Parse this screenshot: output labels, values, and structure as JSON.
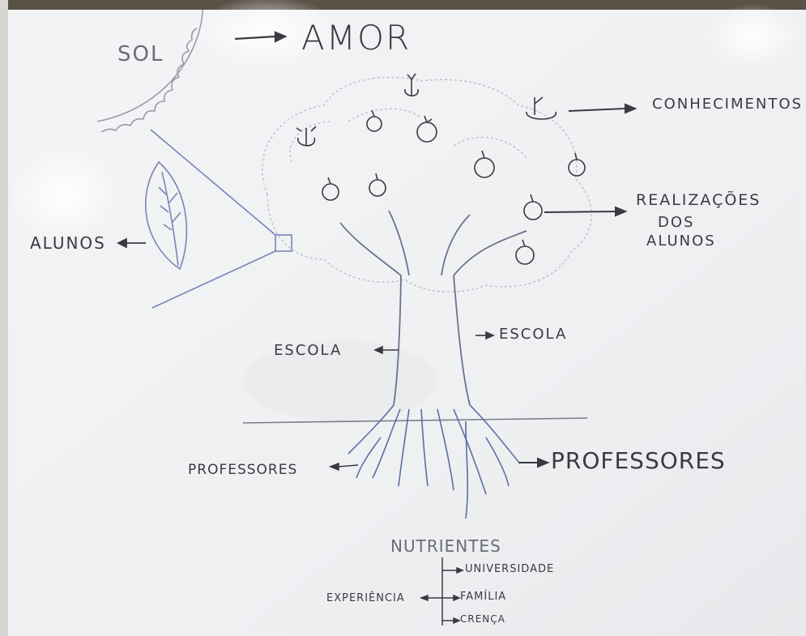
{
  "labels": {
    "sun": "SOL",
    "love": "AMOR",
    "knowledge": "CONHECIMENTOS",
    "achievements": [
      "REALIZAÇÕES",
      "DOS",
      "ALUNOS"
    ],
    "students": "ALUNOS",
    "school_left": "ESCOLA",
    "school_right": "ESCOLA",
    "teachers_left": "PROFESSORES",
    "teachers_right": "PROFESSORES",
    "nutrients": "NUTRIENTES",
    "university": "UNIVERSIDADE",
    "family": "FAMÍLIA",
    "experience": "EXPERIÊNCIA",
    "belief": "CRENÇA"
  },
  "colors": {
    "board": "#f1f2f3",
    "frame": "#5a5147",
    "ink_dark": "#3a3a42",
    "ink_blue": "#5b6ea8",
    "ink_gray": "#9a9ca8"
  }
}
